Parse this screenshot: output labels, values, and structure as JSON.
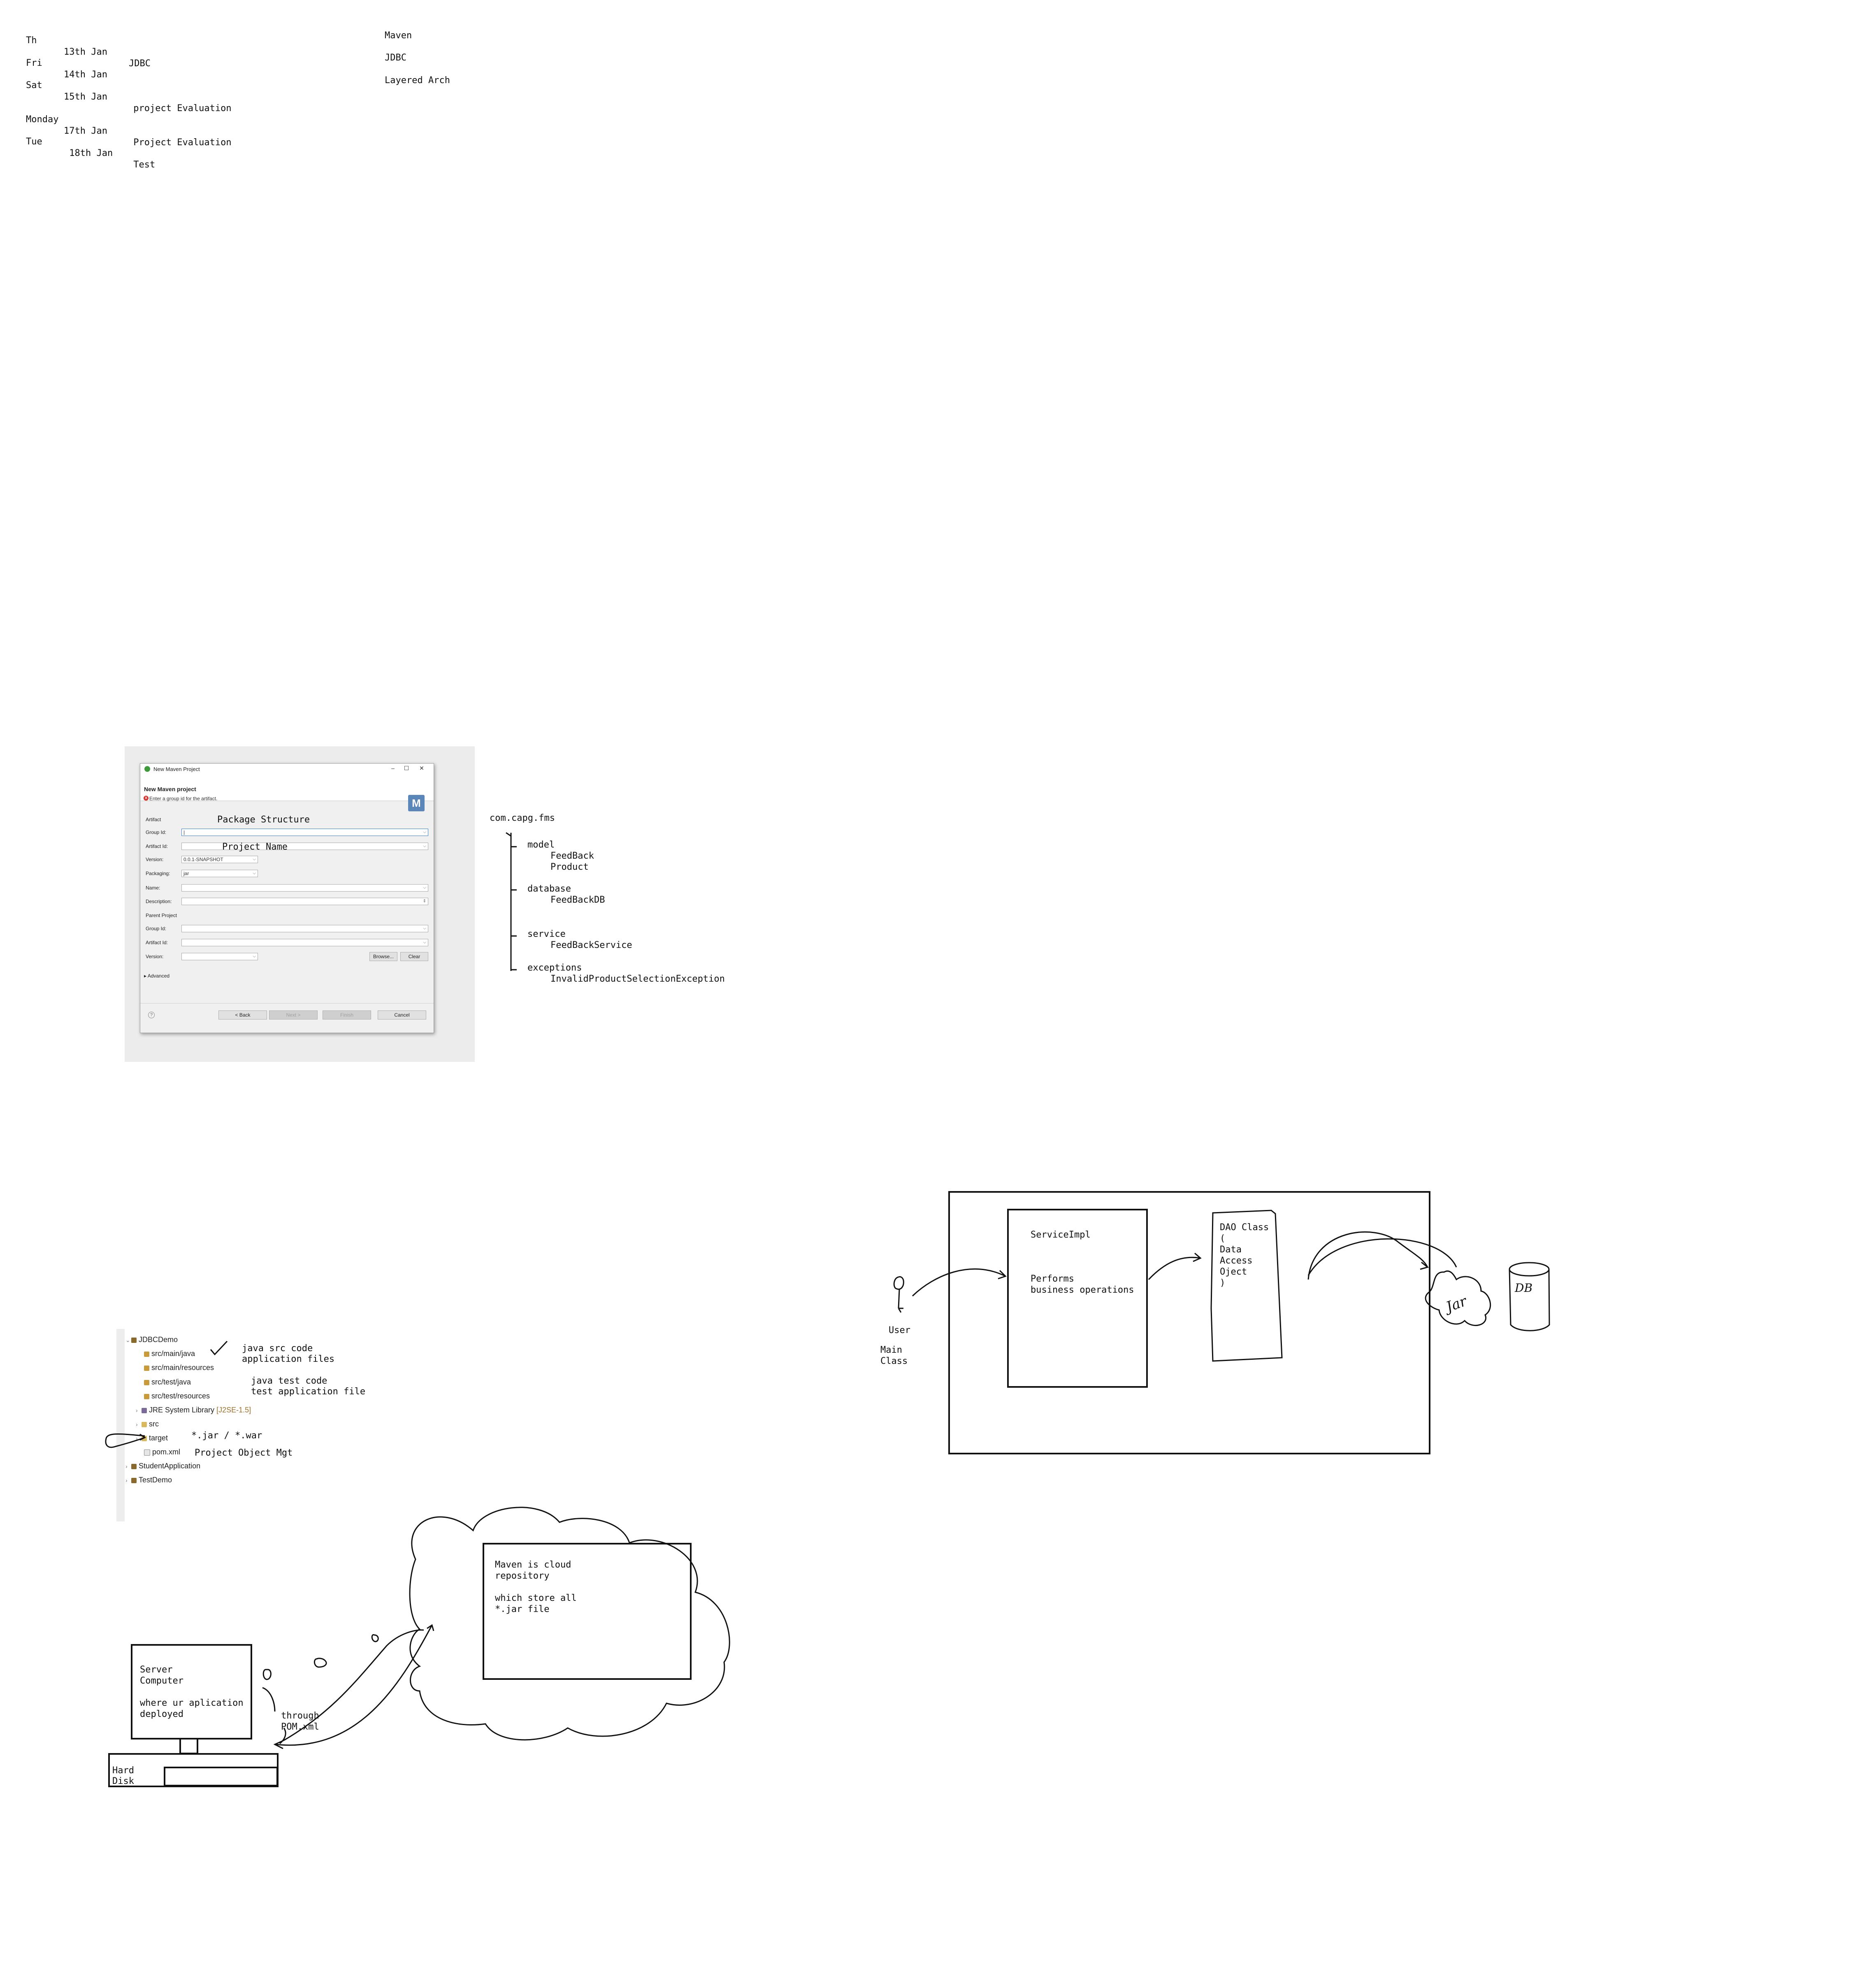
{
  "schedule": [
    {
      "day": "Th",
      "date": "13th Jan",
      "topic": "JDBC"
    },
    {
      "day": "Fri",
      "date": "14th Jan",
      "topic": ""
    },
    {
      "day": "Sat",
      "date": "15th Jan",
      "topic": " project Evaluation"
    },
    {
      "day": "Monday",
      "date": "17th Jan",
      "topic": " Project Evaluation"
    },
    {
      "day": "Tue",
      "date": " 18th Jan",
      "topic": " Test"
    }
  ],
  "topics": [
    "Maven",
    "JDBC",
    "Layered Arch"
  ],
  "maven_dialog": {
    "window_title": "New Maven Project",
    "heading": "New Maven project",
    "message": "Enter a group id for the artifact.",
    "badge": "M",
    "artifact_section": "Artifact",
    "labels": {
      "group_id": "Group Id:",
      "artifact_id": "Artifact Id:",
      "version": "Version:",
      "packaging": "Packaging:",
      "name": "Name:",
      "description": "Description:",
      "parent_group_id": "Group Id:",
      "parent_artifact_id": "Artifact Id:",
      "parent_version": "Version:"
    },
    "values": {
      "group_id": "|",
      "artifact_id": "",
      "version": "0.0.1-SNAPSHOT",
      "packaging": "jar"
    },
    "parent_section": "Parent Project",
    "advanced": "Advanced",
    "buttons": {
      "browse": "Browse...",
      "clear": "Clear",
      "back": "< Back",
      "next": "Next >",
      "finish": "Finish",
      "cancel": "Cancel",
      "help": "?"
    },
    "annotation_package": "Package Structure",
    "annotation_project": "Project Name"
  },
  "package_tree": {
    "root": "com.capg.fms",
    "packages": [
      {
        "name": "model",
        "classes": [
          "FeedBack",
          "Product"
        ]
      },
      {
        "name": "database",
        "classes": [
          "FeedBackDB"
        ]
      },
      {
        "name": "service",
        "classes": [
          "FeedBackService"
        ]
      },
      {
        "name": "exceptions",
        "classes": [
          "InvalidProductSelectionException"
        ]
      }
    ]
  },
  "project_tree": {
    "items": [
      {
        "label": "JDBCDemo",
        "icon": "project-icon"
      },
      {
        "label": "src/main/java",
        "icon": "source-folder-icon"
      },
      {
        "label": "src/main/resources",
        "icon": "source-folder-icon"
      },
      {
        "label": "src/test/java",
        "icon": "source-folder-icon"
      },
      {
        "label": "src/test/resources",
        "icon": "source-folder-icon"
      },
      {
        "label": "JRE System Library",
        "suffix": "[J2SE-1.5]",
        "icon": "library-icon"
      },
      {
        "label": "src",
        "icon": "folder-icon"
      },
      {
        "label": "target",
        "icon": "folder-icon"
      },
      {
        "label": "pom.xml",
        "icon": "xml-file-icon"
      },
      {
        "label": "StudentApplication",
        "icon": "project-icon"
      },
      {
        "label": "TestDemo",
        "icon": "project-icon"
      }
    ],
    "notes": {
      "src_main_a": "java src code",
      "src_main_b": "application files",
      "src_test_a": "java test code",
      "src_test_b": "test application file",
      "target": "*.jar / *.war",
      "pom": "Project Object Mgt"
    }
  },
  "layered_diagram": {
    "user": "User",
    "main_class_a": "Main",
    "main_class_b": "Class",
    "service_title": "ServiceImpl",
    "service_desc_a": "Performs",
    "service_desc_b": "business operations",
    "dao_lines": [
      "DAO Class",
      "(",
      "Data",
      "Access",
      "Oject",
      ")"
    ],
    "jar_label": "Jar",
    "db_label": "DB"
  },
  "maven_diagram": {
    "cloud_lines": [
      "Maven is cloud",
      "repository",
      "",
      "which store all",
      "*.jar file"
    ],
    "server_lines": [
      "Server",
      "Computer",
      "",
      "where ur aplication",
      "deployed"
    ],
    "through_a": "through",
    "through_b": "POM.xml",
    "hard_disk_a": "Hard",
    "hard_disk_b": "Disk"
  },
  "colors": {
    "ink": "#111111",
    "dialog_bg": "#f0f0f0",
    "error_red": "#d8322d",
    "maven_blue": "#5a86b8",
    "jre_suffix": "#a3722a"
  }
}
